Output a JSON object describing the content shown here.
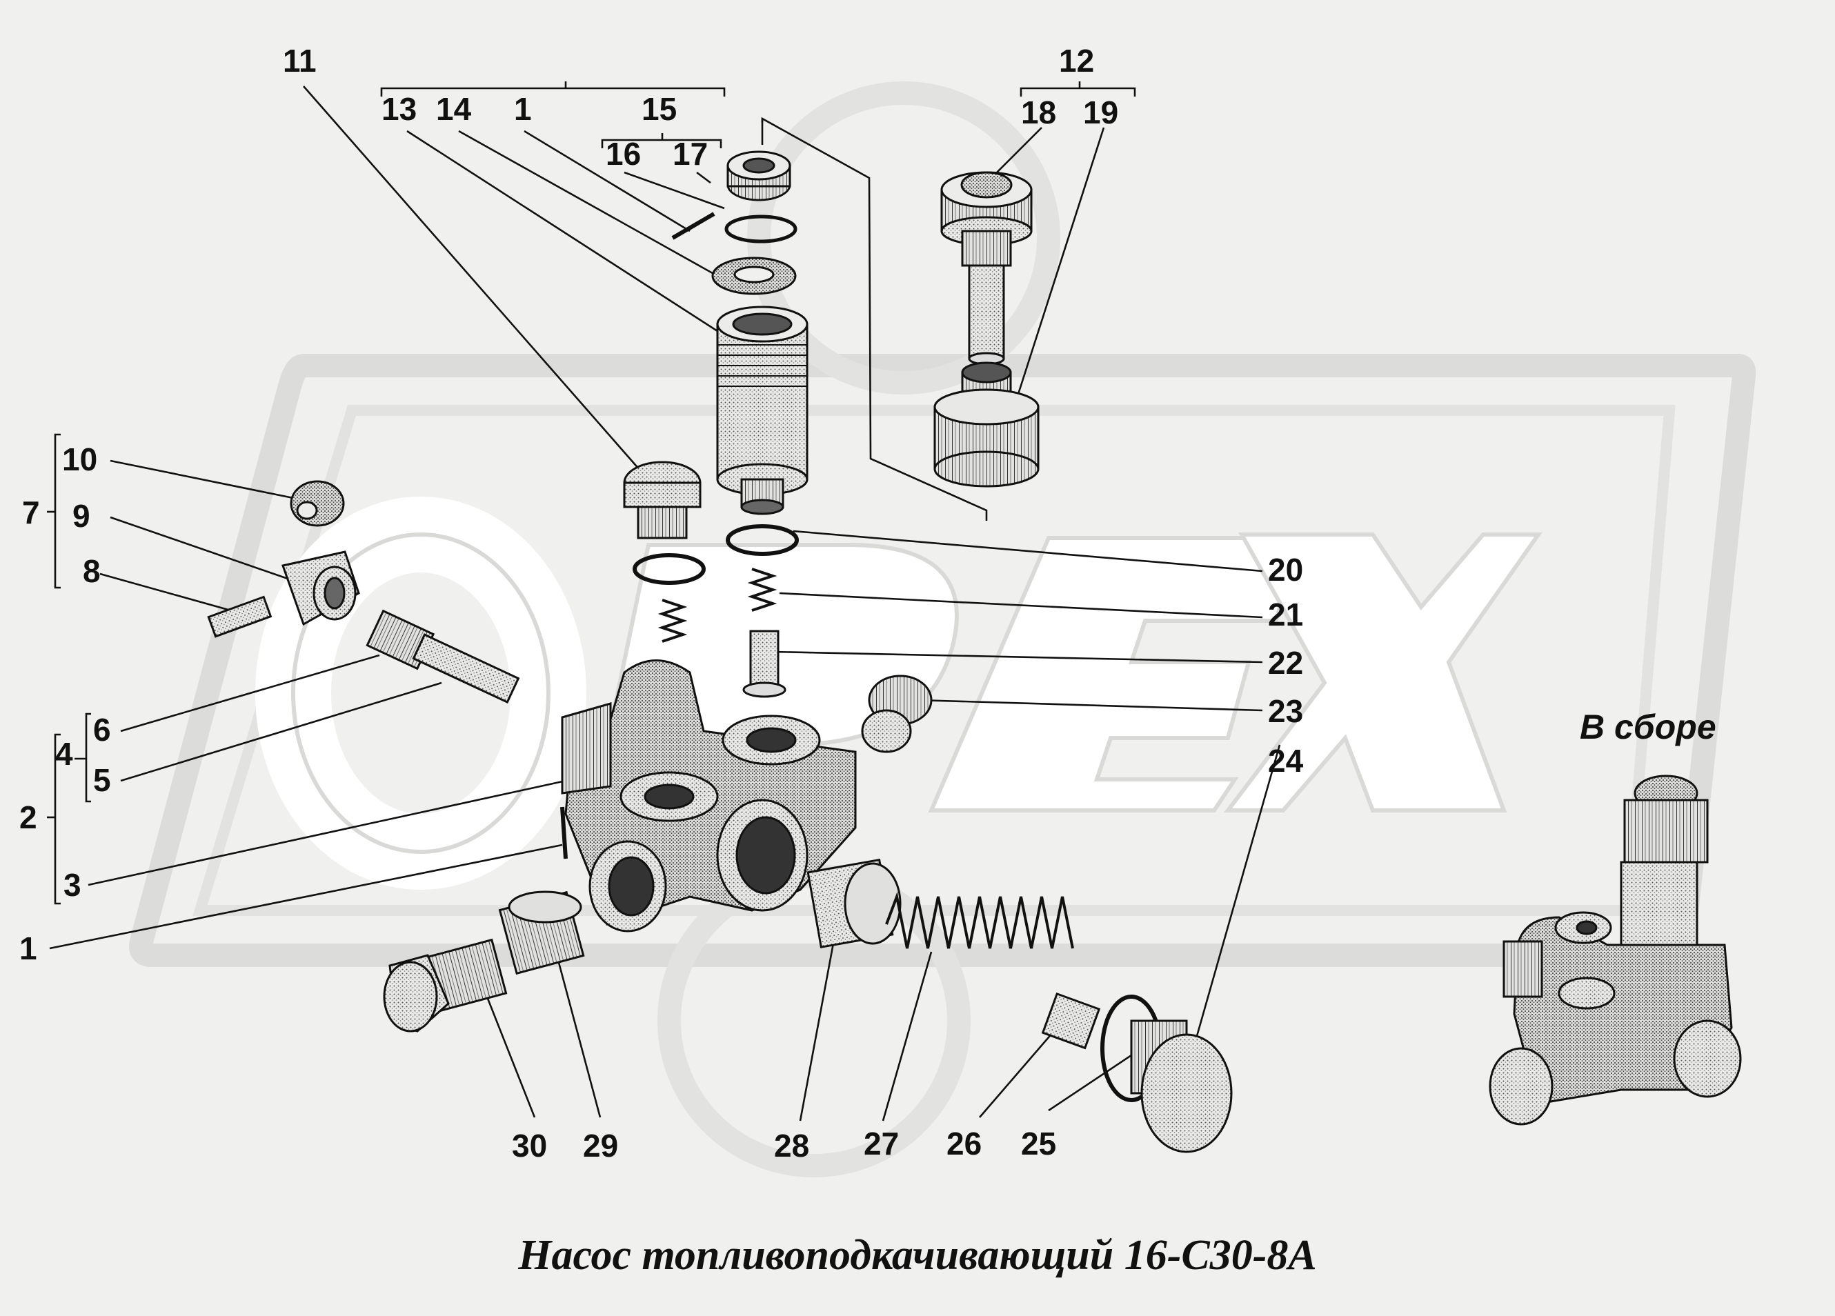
{
  "diagram": {
    "title": "Насос топливоподкачивающий 16-С30-8А",
    "assembled_label": "В сборе",
    "watermark_text": "OPEX",
    "labels": {
      "n1_top": "1",
      "n1_left": "1",
      "n2": "2",
      "n3": "3",
      "n4": "4",
      "n5": "5",
      "n6": "6",
      "n7": "7",
      "n8": "8",
      "n9": "9",
      "n10": "10",
      "n11": "11",
      "n12": "12",
      "n13": "13",
      "n14": "14",
      "n15": "15",
      "n16": "16",
      "n17": "17",
      "n18": "18",
      "n19": "19",
      "n20": "20",
      "n21": "21",
      "n22": "22",
      "n23": "23",
      "n24": "24",
      "n25": "25",
      "n26": "26",
      "n27": "27",
      "n28": "28",
      "n29": "29",
      "n30": "30"
    },
    "colors": {
      "background": "#f0f0ee",
      "watermark": "#dcdcda",
      "ink": "#111111",
      "part_fill": "#e4e4e2"
    }
  }
}
